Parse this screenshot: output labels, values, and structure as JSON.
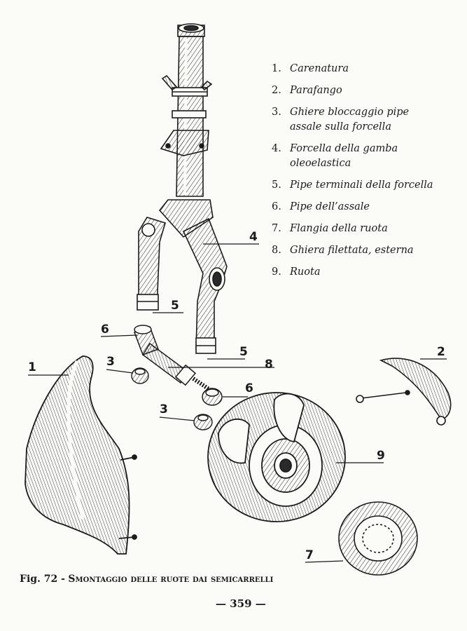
{
  "legend": [
    {
      "number": "1.",
      "text": "Carenatura"
    },
    {
      "number": "2.",
      "text": "Parafango"
    },
    {
      "number": "3.",
      "text": "Ghiere bloccaggio pipe assale sulla forcella"
    },
    {
      "number": "4.",
      "text": "Forcella della gamba oleoelastica"
    },
    {
      "number": "5.",
      "text": "Pipe terminali della forcella"
    },
    {
      "number": "6.",
      "text": "Pipe dell’assale"
    },
    {
      "number": "7.",
      "text": "Flangia della ruota"
    },
    {
      "number": "8.",
      "text": "Ghiera filettata, esterna"
    },
    {
      "number": "9.",
      "text": "Ruota"
    }
  ],
  "callouts": {
    "c1": "1",
    "c2": "2",
    "c3a": "3",
    "c3b": "3",
    "c4": "4",
    "c5a": "5",
    "c5b": "5",
    "c6a": "6",
    "c6b": "6",
    "c7": "7",
    "c8": "8",
    "c9": "9"
  },
  "caption": {
    "figure": "Fig. 72 -",
    "title": "Smontaggio delle ruote dai semicarrelli"
  },
  "folio": "— 359 —"
}
